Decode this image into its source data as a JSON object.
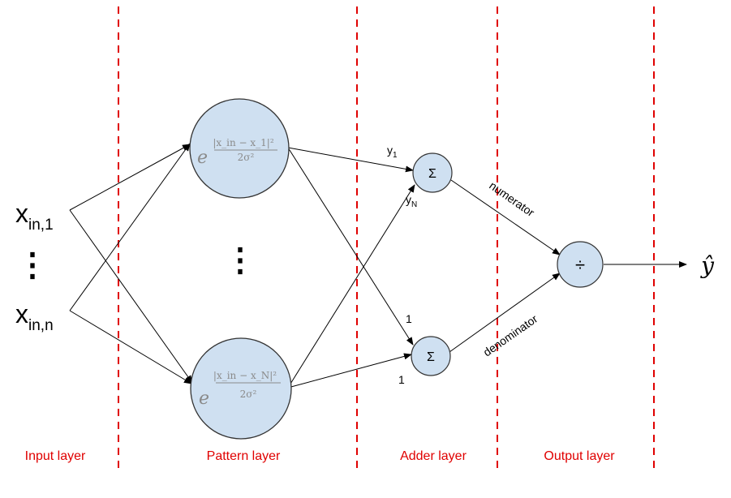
{
  "layers": [
    {
      "label": "Input layer"
    },
    {
      "label": "Pattern layer"
    },
    {
      "label": "Adder layer"
    },
    {
      "label": "Output layer"
    }
  ],
  "inputs": {
    "first": {
      "base": "x",
      "sub": "in,1"
    },
    "last": {
      "base": "x",
      "sub": "in,n"
    },
    "ellipsis": "⋮"
  },
  "pattern": {
    "ellipsis": "⋮",
    "neurons": [
      {
        "base": "e",
        "numerator": "|x_in − x_1|²",
        "denominator": "2σ²"
      },
      {
        "base": "e",
        "numerator": "|x_in − x_N|²",
        "denominator": "2σ²"
      }
    ]
  },
  "adders": [
    {
      "symbol": "Σ"
    },
    {
      "symbol": "Σ"
    }
  ],
  "weights": {
    "y1": {
      "base": "y",
      "sub": "1"
    },
    "yN": {
      "base": "y",
      "sub": "N"
    },
    "one_top": "1",
    "one_bottom": "1"
  },
  "output": {
    "symbol": "÷",
    "numerator_label": "numerator",
    "denominator_label": "denominator",
    "result": "ŷ"
  },
  "colors": {
    "divider": "#e00000",
    "layer_label": "#e00000",
    "node_fill": "#cfe0f1",
    "node_stroke": "#333333",
    "edge": "#000000"
  }
}
